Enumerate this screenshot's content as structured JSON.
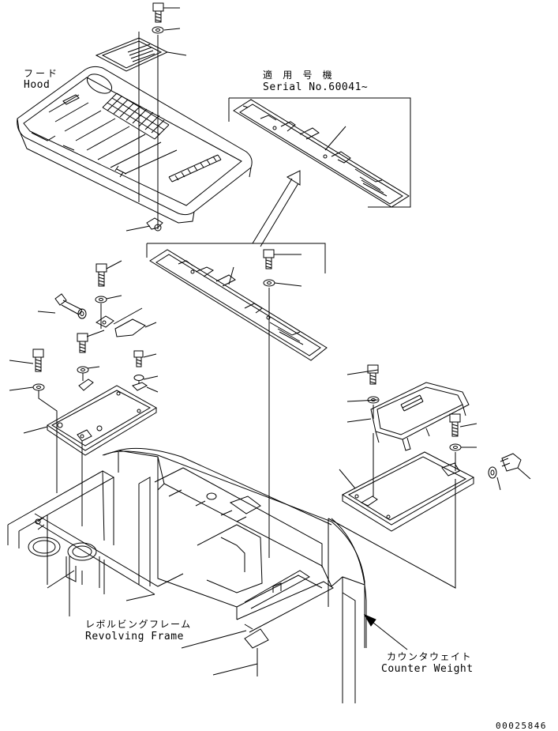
{
  "labels": {
    "hood_jp": "フード",
    "hood_en": "Hood",
    "serial_jp": "適 用 号 機",
    "serial_en": "Serial No.60041~",
    "frame_jp": "レボルビングフレーム",
    "frame_en": "Revolving Frame",
    "counterweight_jp": "カウンタウェイト",
    "counterweight_en": "Counter Weight",
    "drawing_code": "00025846"
  },
  "colors": {
    "line": "#000000",
    "background": "#ffffff"
  }
}
